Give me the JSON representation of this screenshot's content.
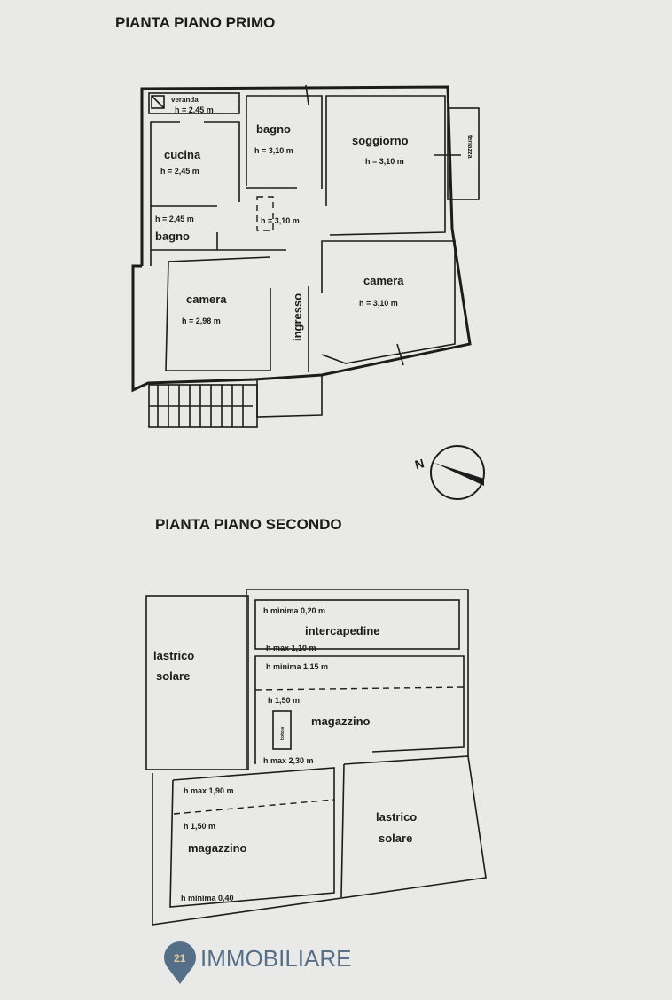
{
  "first_floor": {
    "title": "PIANTA  PIANO PRIMO",
    "rooms": {
      "veranda": "veranda",
      "veranda_h": "h = 2,45 m",
      "cucina": "cucina",
      "cucina_h": "h = 2,45 m",
      "bagno_1": "bagno",
      "bagno_1_h": "h = 3,10 m",
      "soggiorno": "soggiorno",
      "soggiorno_h": "h = 3,10 m",
      "terrazza": "terrazza",
      "bagno_2": "bagno",
      "bagno_2_h": "h = 2,45 m",
      "hall_h": "h = 3,10 m",
      "camera_1": "camera",
      "camera_1_h": "h = 2,98 m",
      "ingresso": "ingresso",
      "camera_2": "camera",
      "camera_2_h": "h = 3,10 m"
    }
  },
  "compass": {
    "label": "N"
  },
  "second_floor": {
    "title": "PIANTA  PIANO SECONDO",
    "rooms": {
      "lastrico_1": "lastrico",
      "lastrico_1b": "solare",
      "intercapedine_hmin": "h minima 0,20 m",
      "intercapedine": "intercapedine",
      "intercapedine_hmax": "h max 1,10 m",
      "magazzino_1_hmin": "h minima 1,15 m",
      "magazzino_1_h": "h  1,50 m",
      "magazzino_1": "magazzino",
      "magazzino_1_hmax": "h max 2,30 m",
      "box": "botola",
      "magazzino_2_hmax": "h max 1,90 m",
      "magazzino_2_h": "h  1,50 m",
      "magazzino_2": "magazzino",
      "magazzino_2_hmin": "h minima 0,40",
      "lastrico_2": "lastrico",
      "lastrico_2b": "solare"
    }
  },
  "watermark": {
    "text": "IMMOBILIARE",
    "logo_letter": "21",
    "color": "#3d5a78"
  }
}
